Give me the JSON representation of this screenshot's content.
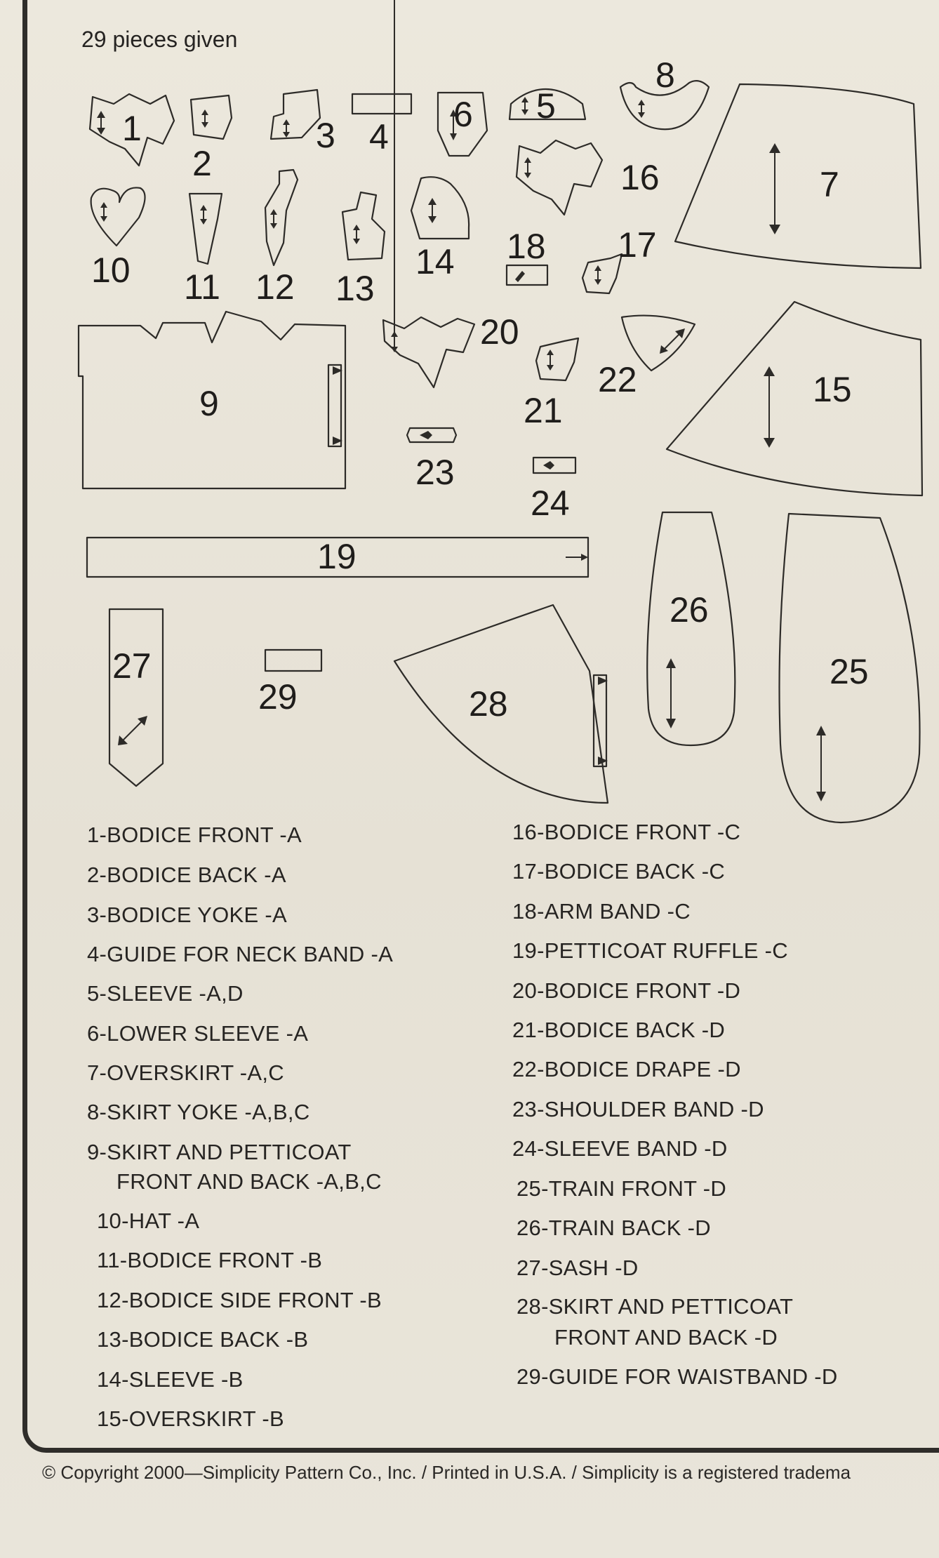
{
  "pieces_given": "29 pieces given",
  "pieces": [
    {
      "num": "1",
      "name": "BODICE FRONT -A"
    },
    {
      "num": "2",
      "name": "BODICE BACK -A"
    },
    {
      "num": "3",
      "name": "BODICE YOKE -A"
    },
    {
      "num": "4",
      "name": "GUIDE FOR NECK BAND -A"
    },
    {
      "num": "5",
      "name": "SLEEVE -A,D"
    },
    {
      "num": "6",
      "name": "LOWER SLEEVE -A"
    },
    {
      "num": "7",
      "name": "OVERSKIRT -A,C"
    },
    {
      "num": "8",
      "name": "SKIRT YOKE -A,B,C"
    },
    {
      "num": "9",
      "name": "SKIRT AND PETTICOAT FRONT AND BACK -A,B,C"
    },
    {
      "num": "10",
      "name": "HAT -A"
    },
    {
      "num": "11",
      "name": "BODICE FRONT -B"
    },
    {
      "num": "12",
      "name": "BODICE SIDE FRONT -B"
    },
    {
      "num": "13",
      "name": "BODICE BACK -B"
    },
    {
      "num": "14",
      "name": "SLEEVE -B"
    },
    {
      "num": "15",
      "name": "OVERSKIRT -B"
    },
    {
      "num": "16",
      "name": "BODICE FRONT -C"
    },
    {
      "num": "17",
      "name": "BODICE BACK -C"
    },
    {
      "num": "18",
      "name": "ARM BAND -C"
    },
    {
      "num": "19",
      "name": "PETTICOAT RUFFLE -C"
    },
    {
      "num": "20",
      "name": "BODICE FRONT -D"
    },
    {
      "num": "21",
      "name": "BODICE BACK -D"
    },
    {
      "num": "22",
      "name": "BODICE DRAPE -D"
    },
    {
      "num": "23",
      "name": "SHOULDER BAND -D"
    },
    {
      "num": "24",
      "name": "SLEEVE BAND -D"
    },
    {
      "num": "25",
      "name": "TRAIN FRONT -D"
    },
    {
      "num": "26",
      "name": "TRAIN BACK -D"
    },
    {
      "num": "27",
      "name": "SASH -D"
    },
    {
      "num": "28",
      "name": "SKIRT AND PETTICOAT FRONT AND BACK -D"
    },
    {
      "num": "29",
      "name": "GUIDE FOR WAISTBAND -D"
    }
  ],
  "legend": {
    "l1": "1-BODICE FRONT -A",
    "l2": "2-BODICE BACK -A",
    "l3": "3-BODICE YOKE -A",
    "l4": "4-GUIDE FOR NECK BAND -A",
    "l5": "5-SLEEVE -A,D",
    "l6": "6-LOWER SLEEVE -A",
    "l7": "7-OVERSKIRT -A,C",
    "l8": "8-SKIRT YOKE -A,B,C",
    "l9a": "9-SKIRT AND PETTICOAT",
    "l9b": "FRONT AND BACK -A,B,C",
    "l10": "10-HAT -A",
    "l11": "11-BODICE FRONT -B",
    "l12": "12-BODICE SIDE FRONT -B",
    "l13": "13-BODICE BACK -B",
    "l14": "14-SLEEVE -B",
    "l15": "15-OVERSKIRT -B",
    "l16": "16-BODICE FRONT -C",
    "l17": "17-BODICE BACK -C",
    "l18": "18-ARM BAND -C",
    "l19": "19-PETTICOAT RUFFLE -C",
    "l20": "20-BODICE FRONT -D",
    "l21": "21-BODICE BACK -D",
    "l22": "22-BODICE DRAPE -D",
    "l23": "23-SHOULDER BAND -D",
    "l24": "24-SLEEVE BAND -D",
    "l25": "25-TRAIN FRONT -D",
    "l26": "26-TRAIN BACK -D",
    "l27": "27-SASH -D",
    "l28a": "28-SKIRT AND PETTICOAT",
    "l28b": "FRONT AND BACK -D",
    "l29": "29-GUIDE FOR WAISTBAND -D"
  },
  "copyright": "© Copyright 2000—Simplicity Pattern Co., Inc. / Printed in U.S.A. / Simplicity is a registered tradema"
}
